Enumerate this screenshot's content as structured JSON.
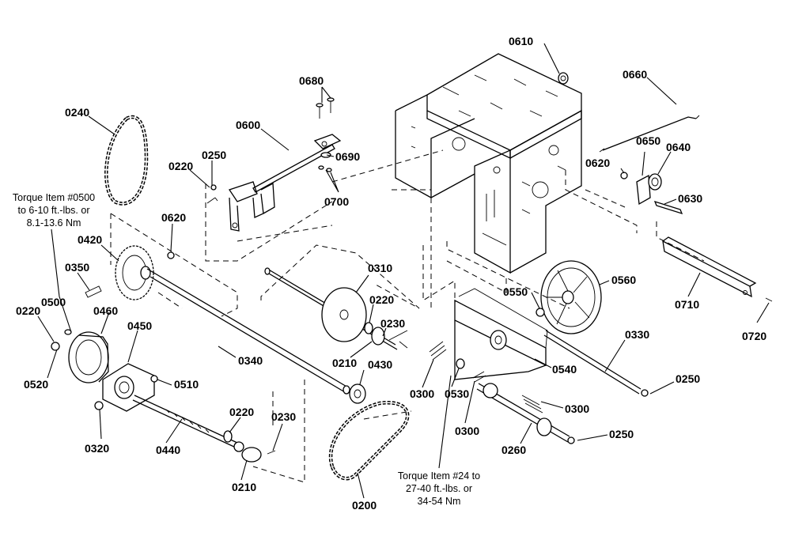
{
  "labels": {
    "l0610": "0610",
    "l0660": "0660",
    "l0680": "0680",
    "l0600": "0600",
    "l0240": "0240",
    "l0250a": "0250",
    "l0220a": "0220",
    "l0690": "0690",
    "l0700": "0700",
    "l0620a": "0620",
    "l0650": "0650",
    "l0640": "0640",
    "l0620b": "0620",
    "l0630": "0630",
    "l0420": "0420",
    "l0350": "0350",
    "l0500": "0500",
    "l0220b": "0220",
    "l0460": "0460",
    "l0450": "0450",
    "l0520": "0520",
    "l0510": "0510",
    "l0320": "0320",
    "l0440": "0440",
    "l0220c": "0220",
    "l0230a": "0230",
    "l0210a": "0210",
    "l0340": "0340",
    "l0310": "0310",
    "l0220d": "0220",
    "l0230b": "0230",
    "l0210b": "0210",
    "l0430": "0430",
    "l0300a": "0300",
    "l0530": "0530",
    "l0300b": "0300",
    "l0550": "0550",
    "l0560": "0560",
    "l0710": "0710",
    "l0720": "0720",
    "l0330": "0330",
    "l0540": "0540",
    "l0250b": "0250",
    "l0300c": "0300",
    "l0260": "0260",
    "l0250c": "0250",
    "l0200": "0200"
  },
  "notes": {
    "torque_0500": [
      "Torque Item #0500",
      "to 6-10 ft.-lbs. or",
      "8.1-13.6 Nm"
    ],
    "torque_24": [
      "Torque Item #24 to",
      "27-40 ft.-lbs. or",
      "34-54 Nm"
    ]
  }
}
